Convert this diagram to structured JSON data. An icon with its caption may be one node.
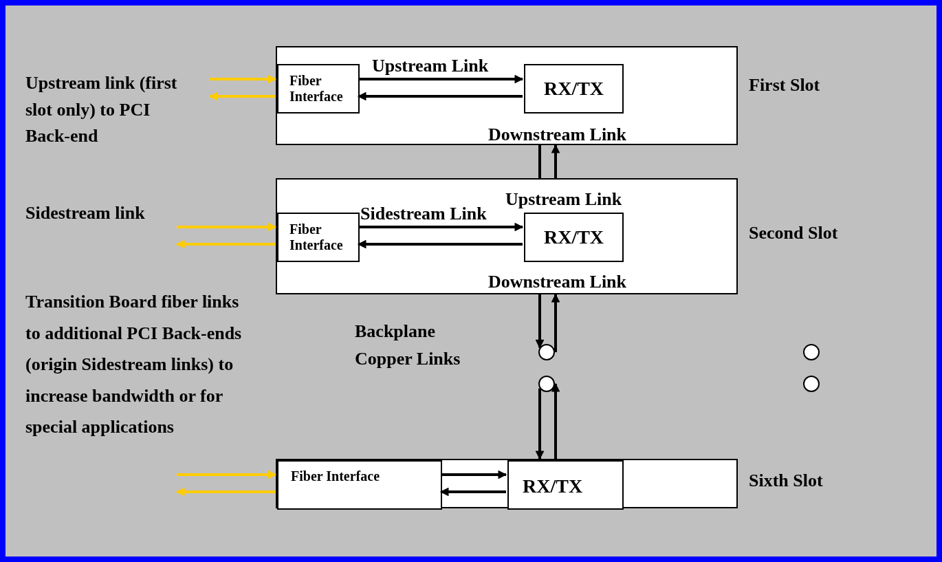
{
  "diagram": {
    "nodes": [
      {
        "text": [
          "Downstream Link"
        ],
        "beside": [
          "First Slot"
        ]
      },
      {
        "text": [
          "Fiber Interface"
        ],
        "in": 0
      },
      {
        "text": [
          "RX/TX"
        ],
        "in": 0
      },
      {
        "text": [
          "Upstream Link",
          "Downstream Link"
        ],
        "beside": [
          "Second Slot"
        ]
      },
      {
        "text": [
          "Fiber Interface"
        ],
        "in": 3
      },
      {
        "text": [
          "RX/TX"
        ],
        "in": 3
      },
      {
        "text": [],
        "shape": "circle"
      },
      {
        "text": [],
        "shape": "circle"
      },
      {
        "text": [],
        "shape": "circle"
      },
      {
        "text": [],
        "shape": "circle"
      },
      {
        "text": [],
        "shape": "box",
        "beside": [
          "Sixth Slot"
        ]
      },
      {
        "text": [
          "Fiber Interface"
        ],
        "in": 10
      },
      {
        "text": [
          "RX/TX"
        ],
        "in": 10
      }
    ],
    "edges": [
      {
        "from": null,
        "to": 1,
        "arrow": "to",
        "color": "#ffcc00"
      },
      {
        "from": 1,
        "to": null,
        "arrow": "to",
        "color": "#ffcc00"
      },
      {
        "from": 1,
        "to": 2,
        "arrow": "to",
        "label": "Upstream Link"
      },
      {
        "from": 2,
        "to": 1,
        "arrow": "to"
      },
      {
        "from": 0,
        "to": 3,
        "arrow": "none"
      },
      {
        "from": 3,
        "to": 0,
        "arrow": "to"
      },
      {
        "from": null,
        "to": 4,
        "arrow": "to",
        "color": "#ffcc00"
      },
      {
        "from": 4,
        "to": null,
        "arrow": "to",
        "color": "#ffcc00"
      },
      {
        "from": 4,
        "to": 5,
        "arrow": "to",
        "label": "Sidestream Link"
      },
      {
        "from": 5,
        "to": 4,
        "arrow": "to"
      },
      {
        "from": 3,
        "to": 6,
        "arrow": "to"
      },
      {
        "from": 6,
        "to": 3,
        "arrow": "to"
      },
      {
        "from": 7,
        "to": 12,
        "arrow": "to"
      },
      {
        "from": 12,
        "to": 7,
        "arrow": "to"
      },
      {
        "from": null,
        "to": 11,
        "arrow": "to",
        "color": "#ffcc00"
      },
      {
        "from": 11,
        "to": null,
        "arrow": "to",
        "color": "#ffcc00"
      },
      {
        "from": 11,
        "to": 12,
        "arrow": "to"
      },
      {
        "from": 12,
        "to": 11,
        "arrow": "to"
      }
    ],
    "labels": [
      "Upstream link (first slot only) to PCI Back-end",
      "Sidestream link",
      "Transition Board fiber links to additional PCI Back-ends (origin Sidestream links) to increase bandwidth or for special applications",
      "Backplane Copper Links"
    ]
  }
}
